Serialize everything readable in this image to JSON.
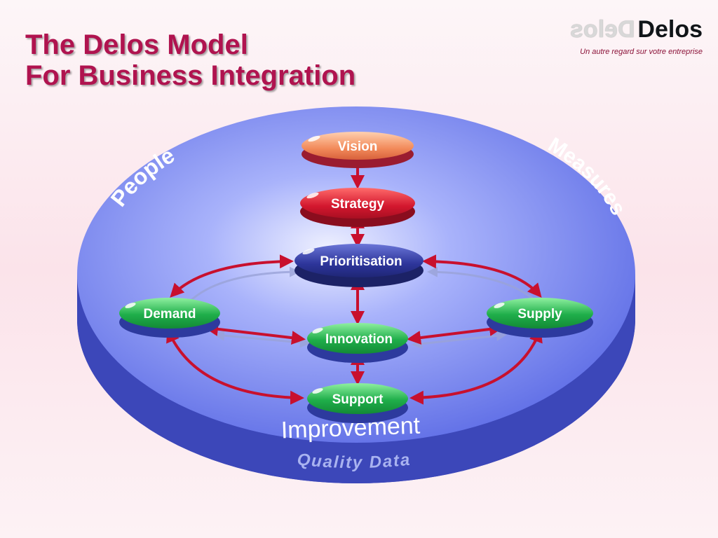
{
  "title": {
    "line1": "The Delos Model",
    "line2": "For Business Integration"
  },
  "logo": {
    "mirrored": "Delos",
    "main": "Delos",
    "tagline": "Un autre regard sur votre entreprise"
  },
  "ring_labels": {
    "left": "People",
    "right": "Measures",
    "bottom": "Improvement",
    "base": "Quality Data"
  },
  "nodes": {
    "vision": "Vision",
    "strategy": "Strategy",
    "prioritisation": "Prioritisation",
    "demand": "Demand",
    "supply": "Supply",
    "innovation": "Innovation",
    "support": "Support"
  },
  "colors": {
    "title": "#b0134f",
    "disk": "#5f6ee6",
    "arrow": "#c8102e",
    "vision": "#f28a5a",
    "strategy": "#d3172e",
    "prioritisation": "#2d359a",
    "green": "#1fae4a",
    "blue_node": "#2d3a9e"
  }
}
